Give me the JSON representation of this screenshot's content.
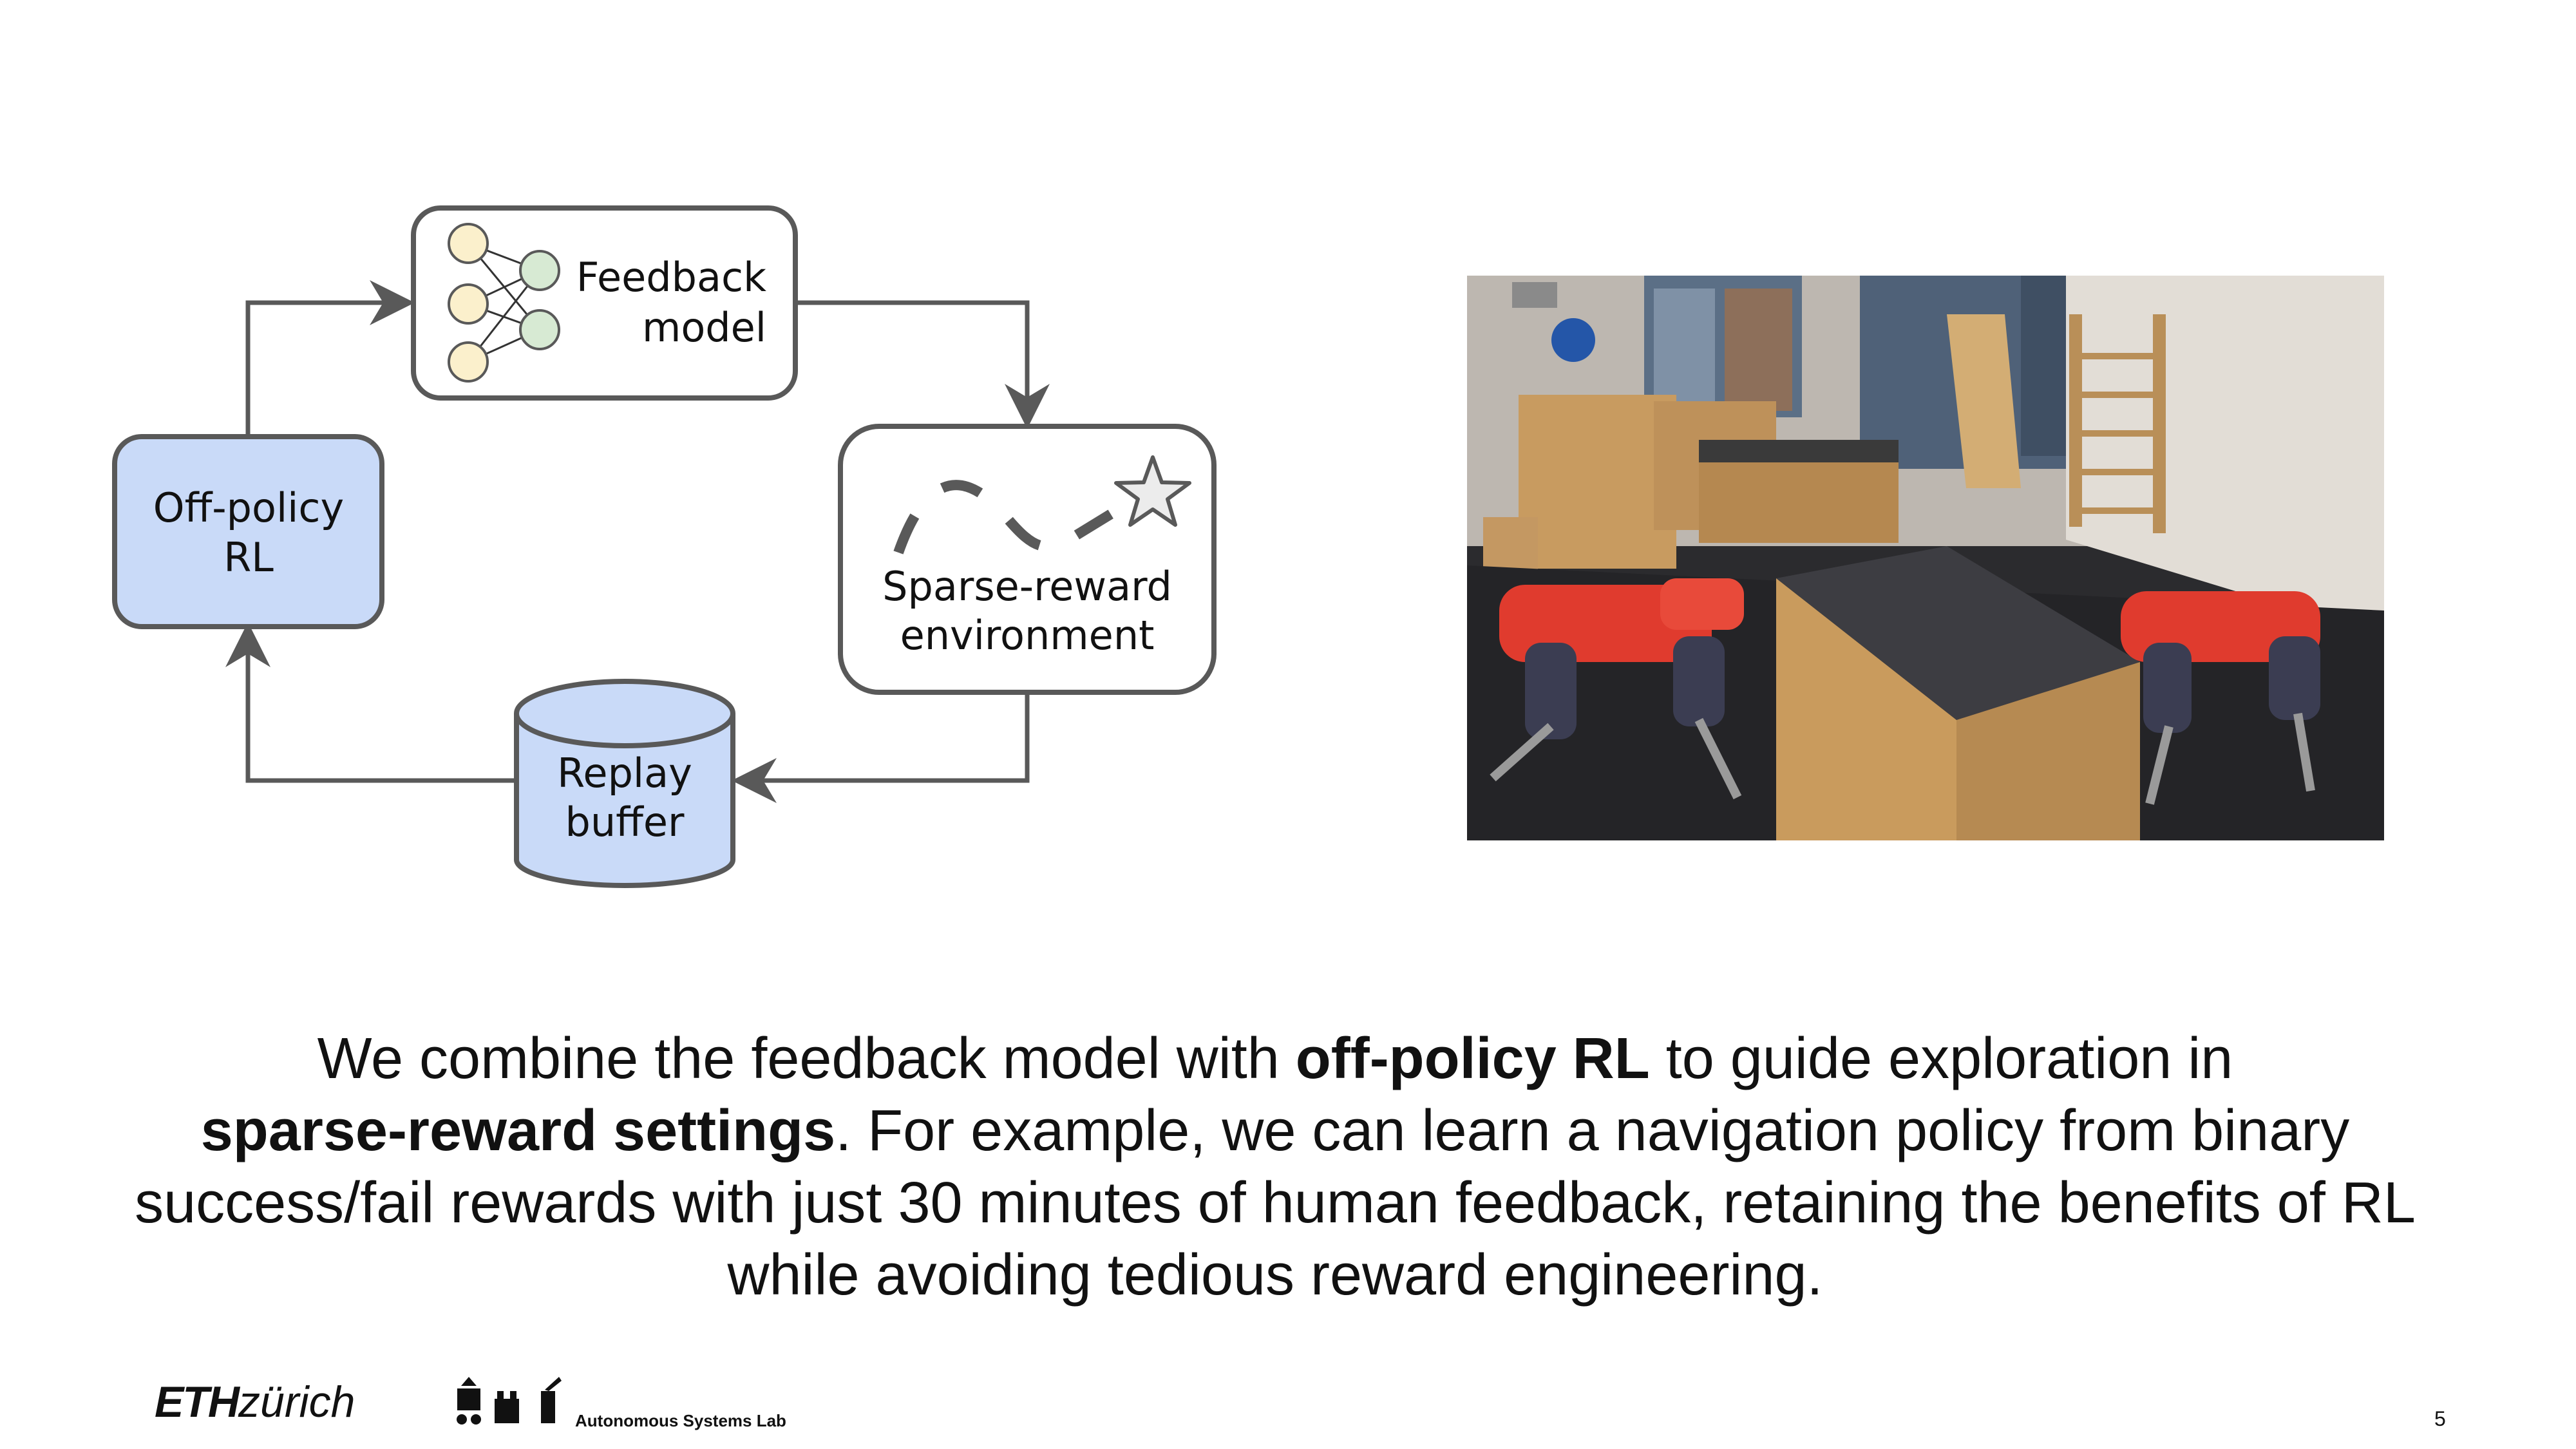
{
  "diagram": {
    "nodes": {
      "feedback_model": [
        "Feedback",
        "model"
      ],
      "off_policy_rl": [
        "Off-policy",
        "RL"
      ],
      "sparse_reward_env": [
        "Sparse-reward",
        "environment"
      ],
      "replay_buffer": [
        "Replay",
        "buffer"
      ]
    },
    "colors": {
      "stroke": "#595959",
      "blue_fill": "#c9daf8",
      "input_neuron": "#fbf0cc",
      "output_neuron": "#d7ead3",
      "path_dash": "#595959",
      "star_fill": "#ececec"
    }
  },
  "caption": {
    "part1": "We combine the feedback model with ",
    "bold1": "off-policy RL",
    "part2": " to guide exploration in ",
    "bold2": "sparse-reward settings",
    "part3": ". For example, we can learn a navigation policy from binary success/fail rewards with just 30 minutes of human feedback, retaining the benefits of RL while avoiding tedious reward engineering."
  },
  "footer": {
    "eth": "ETH",
    "zurich": "zürich",
    "lab": "Autonomous Systems Lab",
    "page_number": "5"
  }
}
